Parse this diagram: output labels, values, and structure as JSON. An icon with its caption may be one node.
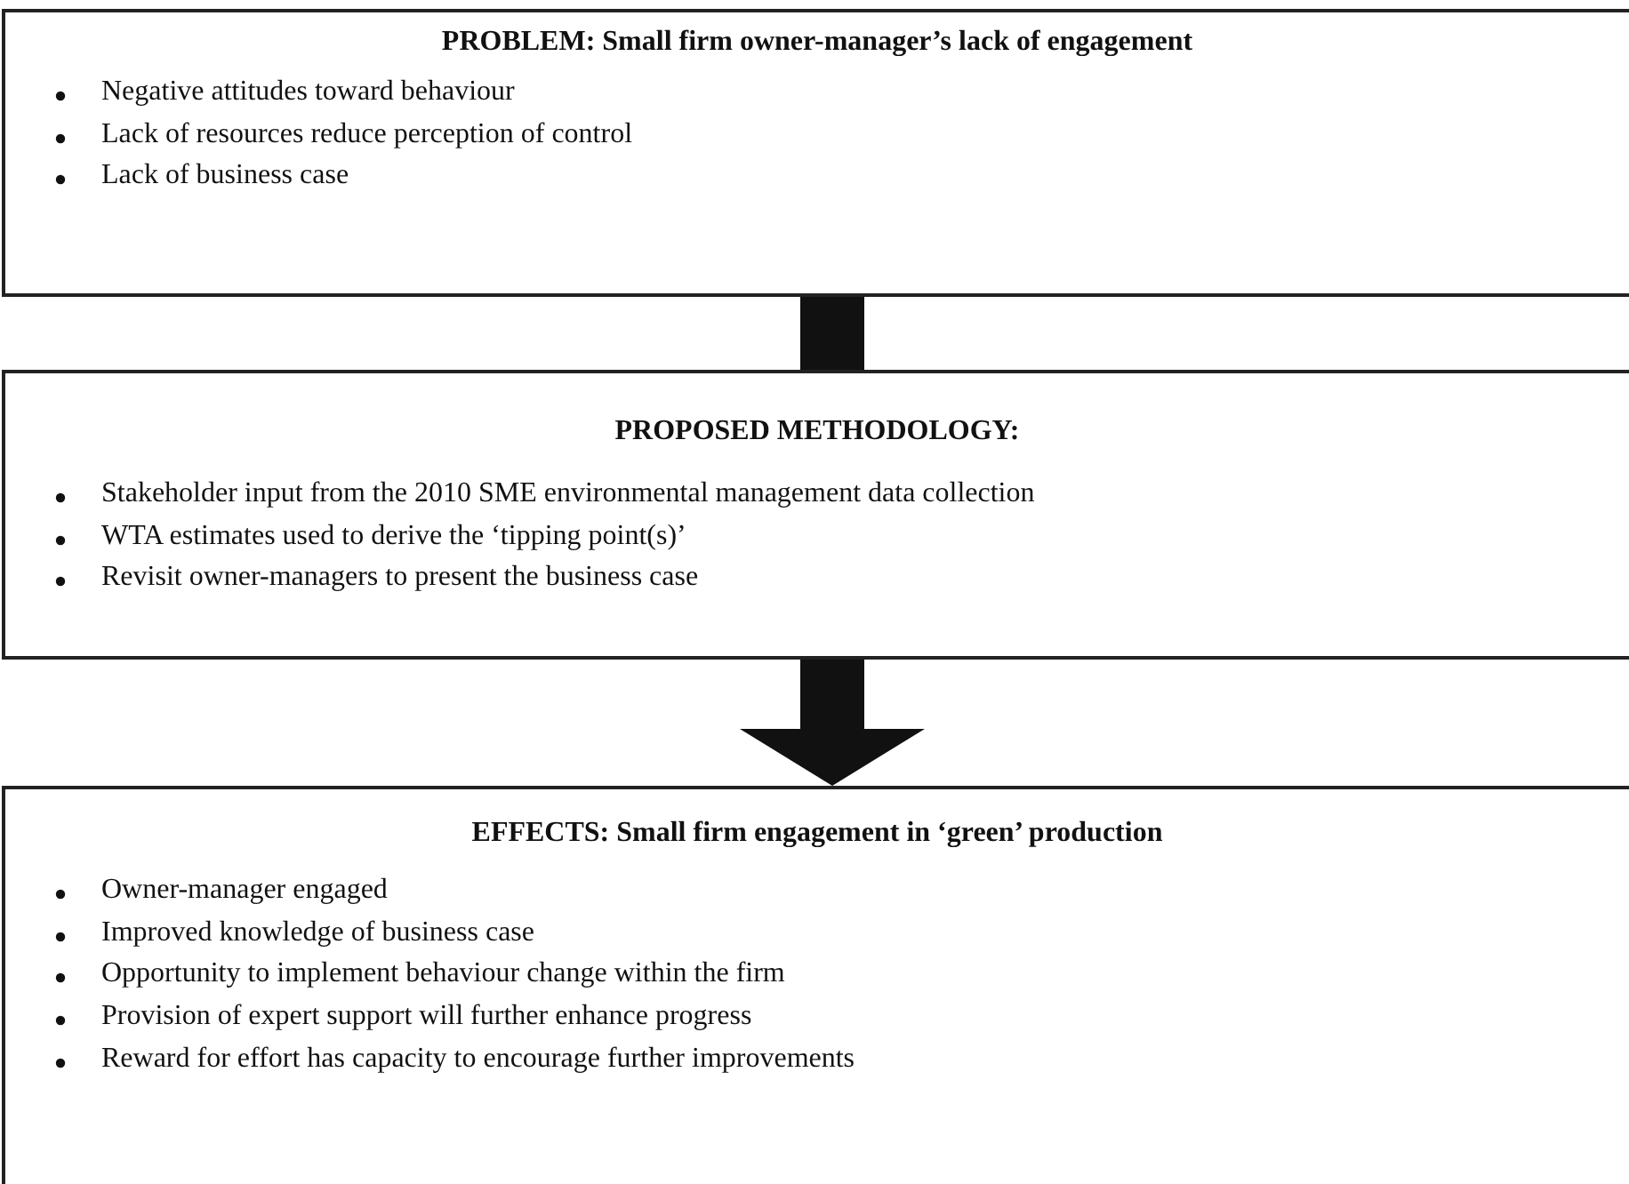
{
  "diagram": {
    "nodes": [
      {
        "text": [
          "PROBLEM: Small firm owner-manager’s lack of engagement",
          "Negative attitudes toward behaviour",
          "Lack of resources reduce perception of control",
          "Lack of business case"
        ]
      },
      {
        "text": [
          "PROPOSED METHODOLOGY:",
          "Stakeholder input from the 2010 SME environmental management data collection",
          "WTA estimates used to derive the ‘tipping point(s)’",
          "Revisit owner-managers to present the business case"
        ]
      },
      {
        "text": [
          "EFFECTS: Small firm engagement in ‘green’ production",
          "Owner-manager engaged",
          "Improved knowledge of business case",
          "Opportunity to implement behaviour change within the firm",
          "Provision of expert support will further enhance progress",
          "Reward for effort has capacity to encourage further improvements"
        ]
      }
    ],
    "edges": [
      {
        "from": 0,
        "to": 1,
        "arrow": "none"
      },
      {
        "from": 1,
        "to": 2,
        "arrow": "to"
      }
    ]
  }
}
